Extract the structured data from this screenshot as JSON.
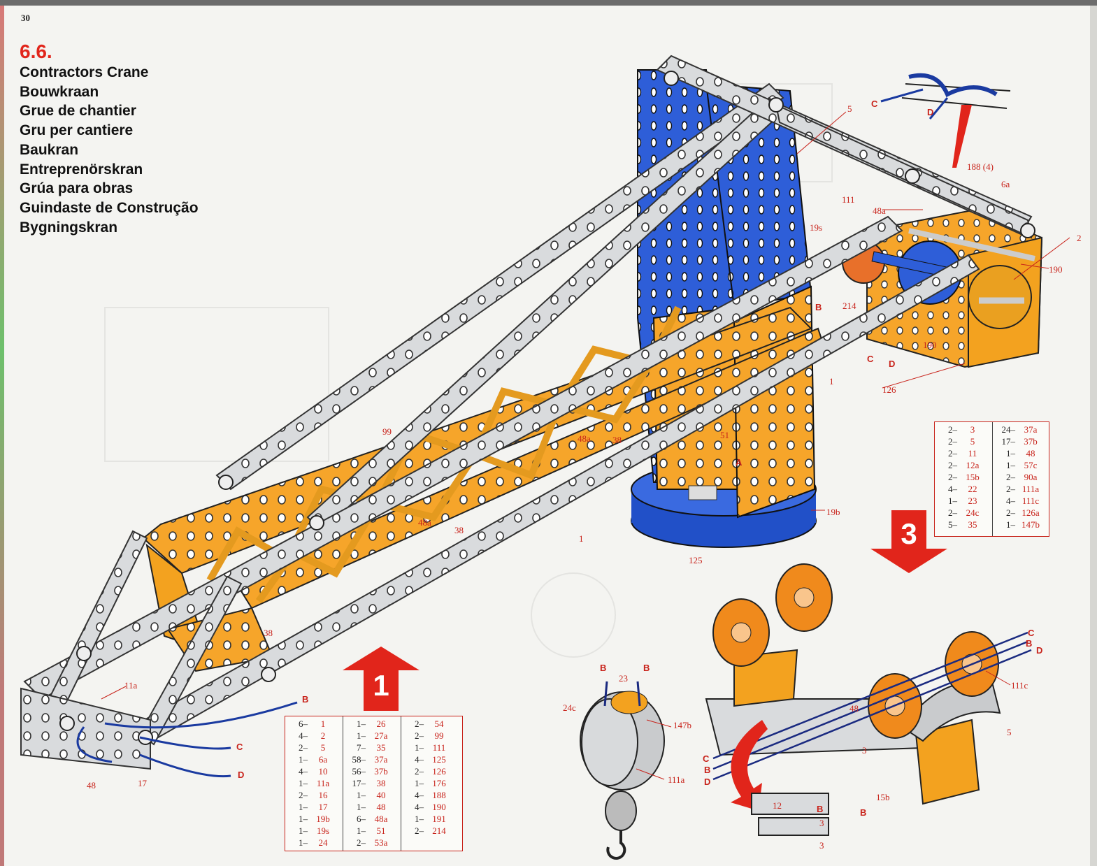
{
  "page": {
    "number": "30"
  },
  "model": {
    "number": "6.6.",
    "names": [
      "Contractors Crane",
      "Bouwkraan",
      "Grue de chantier",
      "Gru per cantiere",
      "Baukran",
      "Entreprenörskran",
      "Grúa para obras",
      "Guindaste de Construção",
      "Bygningskran"
    ]
  },
  "steps": {
    "step1": "1",
    "step3": "3"
  },
  "callouts": {
    "c5": "5",
    "c188": "188 (4)",
    "c6a": "6a",
    "c2": "2",
    "c111": "111",
    "c48a_top": "48a",
    "c19s": "19s",
    "c190": "190",
    "c190b": "190",
    "c214": "214",
    "c126": "126",
    "c1a": "1",
    "c1b": "1",
    "c99": "99",
    "c48a_mid": "48a",
    "c38_mid": "38",
    "c51": "51",
    "cA": "A",
    "c48a_low": "48a",
    "c38_low": "38",
    "c19b": "19b",
    "c125": "125",
    "c38_bot": "38",
    "c11a": "11a",
    "c48_bot": "48",
    "c17": "17",
    "c23": "23",
    "c24c": "24c",
    "c147b": "147b",
    "c111a": "111a",
    "c48_car": "48",
    "c3_car": "3",
    "c111c": "111c",
    "c5_car": "5",
    "c15b": "15b",
    "c12": "12",
    "c3b": "3",
    "c3c": "3"
  },
  "cords": {
    "B": "B",
    "C": "C",
    "D": "D"
  },
  "parts_list_1": [
    [
      [
        "6",
        "1"
      ],
      [
        "4",
        "2"
      ],
      [
        "2",
        "5"
      ],
      [
        "1",
        "6a"
      ],
      [
        "4",
        "10"
      ],
      [
        "1",
        "11a"
      ],
      [
        "2",
        "16"
      ],
      [
        "1",
        "17"
      ],
      [
        "1",
        "19b"
      ],
      [
        "1",
        "19s"
      ],
      [
        "1",
        "24"
      ]
    ],
    [
      [
        "1",
        "26"
      ],
      [
        "1",
        "27a"
      ],
      [
        "7",
        "35"
      ],
      [
        "58",
        "37a"
      ],
      [
        "56",
        "37b"
      ],
      [
        "17",
        "38"
      ],
      [
        "1",
        "40"
      ],
      [
        "1",
        "48"
      ],
      [
        "6",
        "48a"
      ],
      [
        "1",
        "51"
      ],
      [
        "2",
        "53a"
      ]
    ],
    [
      [
        "2",
        "54"
      ],
      [
        "2",
        "99"
      ],
      [
        "1",
        "111"
      ],
      [
        "4",
        "125"
      ],
      [
        "2",
        "126"
      ],
      [
        "1",
        "176"
      ],
      [
        "4",
        "188"
      ],
      [
        "4",
        "190"
      ],
      [
        "1",
        "191"
      ],
      [
        "2",
        "214"
      ]
    ]
  ],
  "parts_list_3": [
    [
      [
        "2",
        "3"
      ],
      [
        "2",
        "5"
      ],
      [
        "2",
        "11"
      ],
      [
        "2",
        "12a"
      ],
      [
        "2",
        "15b"
      ],
      [
        "4",
        "22"
      ],
      [
        "1",
        "23"
      ],
      [
        "2",
        "24c"
      ],
      [
        "5",
        "35"
      ]
    ],
    [
      [
        "24",
        "37a"
      ],
      [
        "17",
        "37b"
      ],
      [
        "1",
        "48"
      ],
      [
        "1",
        "57c"
      ],
      [
        "2",
        "90a"
      ],
      [
        "2",
        "111a"
      ],
      [
        "4",
        "111c"
      ],
      [
        "2",
        "126a"
      ],
      [
        "1",
        "147b"
      ]
    ]
  ],
  "colors": {
    "accent_red": "#e1251b",
    "strip_silver": "#d4d6d8",
    "girder_yellow": "#f5a623",
    "plate_blue": "#2d5bd6",
    "pulley_orange": "#f08a1c"
  }
}
